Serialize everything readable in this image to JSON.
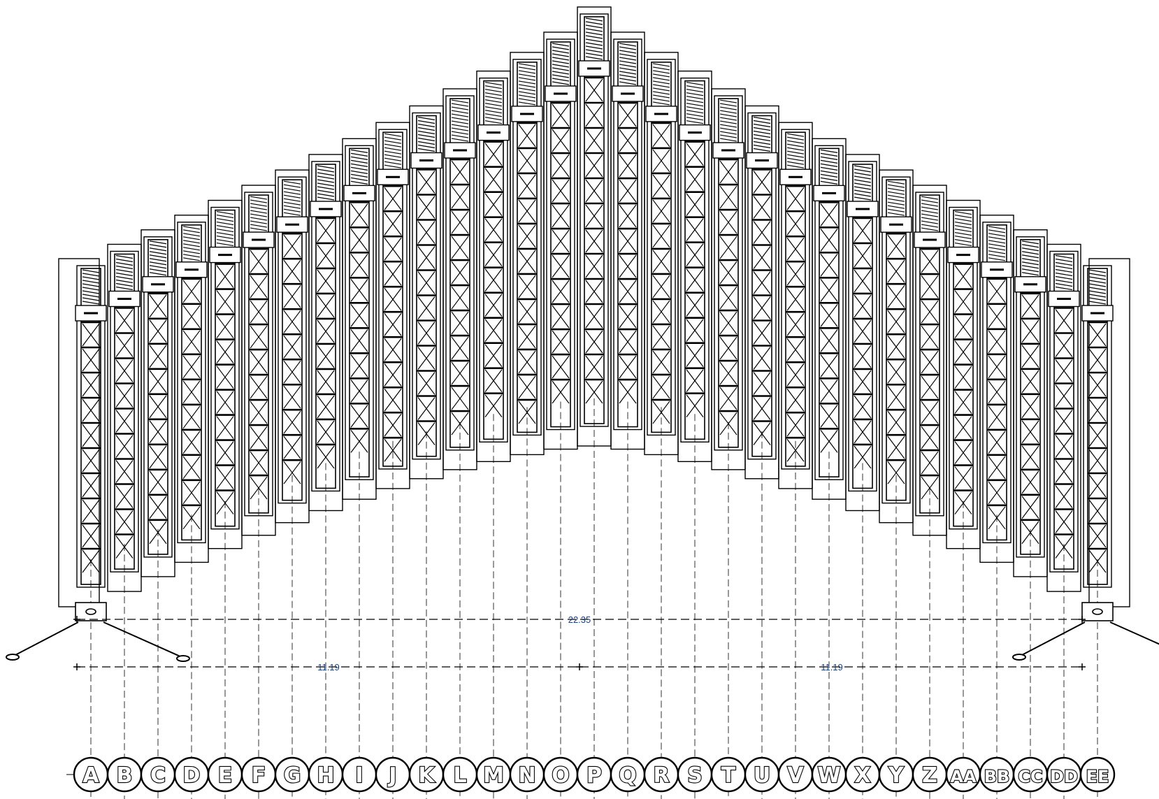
{
  "drawing": {
    "type": "elevation",
    "column_count": 31,
    "line_color": "#000000",
    "annotation_color": "#1f3f78",
    "gridline_style": "dashed"
  },
  "dimensions": {
    "overall": "22.35",
    "left_half": "11.19",
    "right_half": "11.19"
  },
  "grid_labels": [
    "A",
    "B",
    "C",
    "D",
    "E",
    "F",
    "G",
    "H",
    "I",
    "J",
    "K",
    "L",
    "M",
    "N",
    "O",
    "P",
    "Q",
    "R",
    "S",
    "T",
    "U",
    "V",
    "W",
    "X",
    "Y",
    "Z",
    "AA",
    "BB",
    "CC",
    "DD",
    "EE"
  ]
}
